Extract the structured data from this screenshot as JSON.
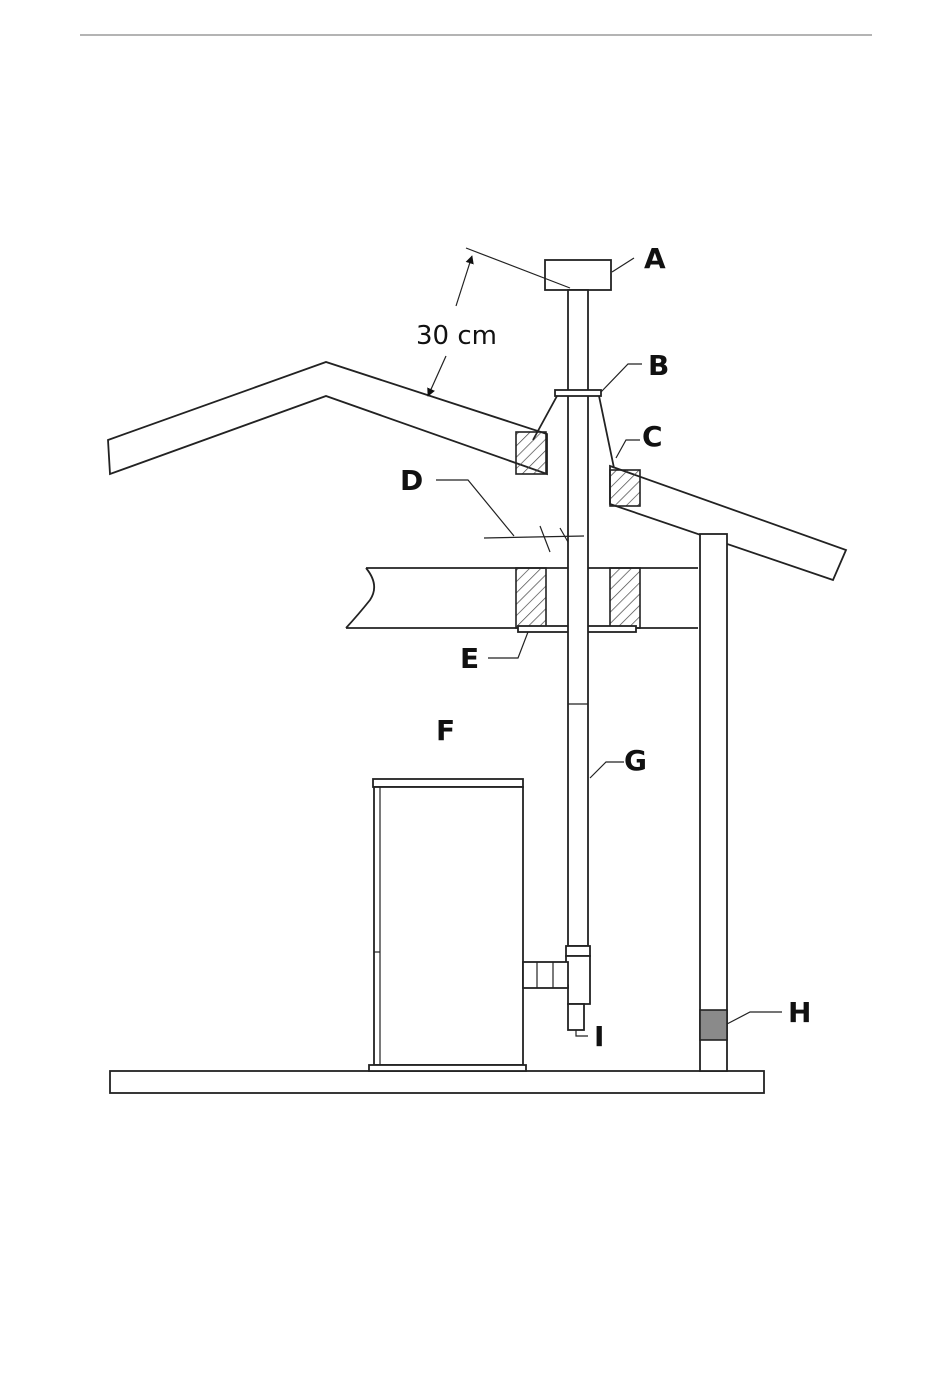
{
  "dimension": {
    "value": "30 cm"
  },
  "labels": {
    "A": "A",
    "B": "B",
    "C": "C",
    "D": "D",
    "E": "E",
    "F": "F",
    "G": "G",
    "H": "H",
    "I": "I"
  },
  "colors": {
    "line": "#222222",
    "vent_band": "#8a8a8a",
    "background": "#ffffff"
  }
}
